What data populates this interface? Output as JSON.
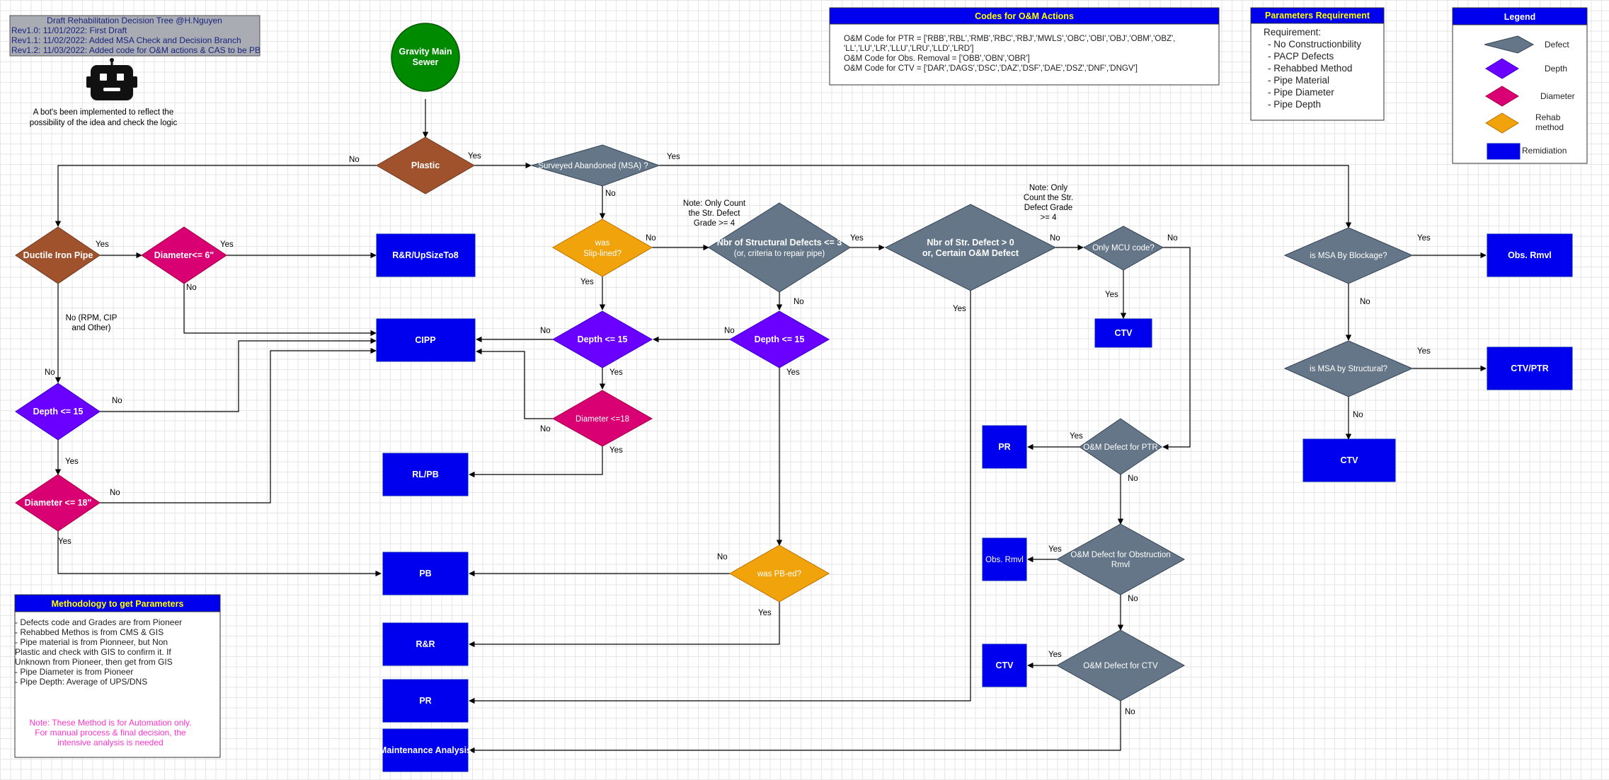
{
  "title_box": {
    "title": "Draft Rehabilitation Decision Tree @H.Nguyen",
    "revs": [
      "Rev1.0: 11/01/2022: First Draft",
      "Rev1.1: 11/02/2022: Added MSA Check and Decision Branch",
      "Rev1.2: 11/03/2022: Added code for O&M actions & CAS to be PB"
    ]
  },
  "bot_note": [
    "A bot's been implemented to reflect the",
    "possibility of the idea and check the logic"
  ],
  "codes_box": {
    "title": "Codes for O&M Actions",
    "lines": [
      "O&M Code for PTR = ['RBB','RBL','RMB','RBC','RBJ','MWLS','OBC','OBI','OBJ','OBM','OBZ',",
      "'LL','LU','LR','LLU','LRU','LLD','LRD']",
      "O&M Code for Obs. Removal = ['OBB','OBN','OBR']",
      "O&M Code for CTV = ['DAR','DAGS','DSC','DAZ','DSF','DAE','DSZ','DNF','DNGV']"
    ]
  },
  "params_box": {
    "title": "Parameters Requirement",
    "lines": [
      "Requirement:",
      "- No Constructionbility",
      "- PACP Defects",
      "- Rehabbed Method",
      "- Pipe Material",
      "- Pipe Diameter",
      "- Pipe Depth"
    ]
  },
  "legend": {
    "title": "Legend",
    "items": [
      "Defect",
      "Depth",
      "Diameter",
      "Rehab method",
      "Remidiation"
    ],
    "colors": {
      "defect": "#647687",
      "depth": "#6a00ff",
      "diameter": "#d80073",
      "rehab": "#f0a30a",
      "remediation": "#0000ee"
    }
  },
  "methodology": {
    "title": "Methodology to get  Parameters",
    "lines": [
      "- Defects code and Grades are from Pioneer",
      "- Rehabbed Methos is from CMS & GIS",
      "- Pipe material is from Pionneer, but Non",
      "Plastic and check with GIS to confirm it. If",
      "Unknown from Pioneer, then get from GIS",
      "- Pipe Diameter is from Pioneer",
      "- Pipe Depth: Average of UPS/DNS"
    ],
    "note": [
      "Note: These Method is for Automation only.",
      "For manual process & final decision, the",
      "intensive analysis is needed"
    ]
  },
  "nodes": {
    "start": [
      "Gravity Main",
      "Sewer"
    ],
    "plastic": "Plastic",
    "surveyed": "Surveyed Abandoned (MSA) ?",
    "ductile": "Ductile Iron Pipe",
    "diam6": "Diameter<= 6\"",
    "depth15_left": "Depth <= 15",
    "diam18_left": "Diameter <= 18\"",
    "slipline": [
      "was",
      "Slip-lined?"
    ],
    "depth15_mid": "Depth <= 15",
    "diam18_mid": "Diameter <=18",
    "nbr_struct": [
      "Nbr of Structural Defects <= 3",
      "(or, criteria to repair pipe)"
    ],
    "depth15_right": "Depth <= 15",
    "pbed": "was PB-ed?",
    "nbr_str_gt0": [
      "Nbr of Str. Defect > 0",
      "or, Certain O&M Defect"
    ],
    "only_mcu": "Only MCU code?",
    "om_ptr": "O&M Defect for PTR",
    "om_obs": [
      "O&M Defect for Obstruction",
      "Rmvl"
    ],
    "om_ctv": "O&M Defect for CTV",
    "msa_blockage": "is MSA By Blockage?",
    "msa_structural": "is MSA by Structural?"
  },
  "actions": {
    "rr_upsize": "R&R/UpSizeTo8",
    "cipp": "CIPP",
    "rlpb": "RL/PB",
    "pb": "PB",
    "rr": "R&R",
    "pr_bottom": "PR",
    "maintenance": "Maintenance Analysis",
    "ctv_mcu": "CTV",
    "pr_right": "PR",
    "obs_rmvl_mid": "Obs. Rmvl",
    "ctv_mid": "CTV",
    "obs_rmvl_right": "Obs. Rmvl",
    "ctv_ptr": "CTV/PTR",
    "ctv_right": "CTV"
  },
  "edge_labels": {
    "yes": "Yes",
    "no": "No",
    "no_rpm": [
      "No (RPM, CIP",
      "and Other)"
    ]
  },
  "notes": {
    "count_grade_a": [
      "Note: Only Count",
      "the Str. Defect",
      "Grade >= 4"
    ],
    "count_grade_b": [
      "Note: Only",
      "Count the Str.",
      "Defect Grade",
      ">= 4"
    ]
  }
}
